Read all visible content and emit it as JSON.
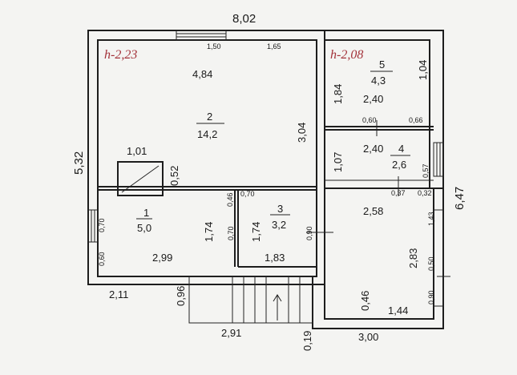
{
  "colors": {
    "background": "#f4f4f2",
    "lines": "#1d1d1d",
    "height_marks": "#a3323a"
  },
  "heights": {
    "main": "h-2,23",
    "rear": "h-2,08"
  },
  "overall": {
    "top": "8,02",
    "left": "5,32",
    "right": "6,47"
  },
  "rooms": {
    "r1": {
      "number": "1",
      "area": "5,0"
    },
    "r2": {
      "number": "2",
      "area": "14,2"
    },
    "r3": {
      "number": "3",
      "area": "3,2"
    },
    "r4": {
      "number": "4",
      "area": "2,6"
    },
    "r5": {
      "number": "5",
      "area": "4,3"
    }
  },
  "dims": {
    "d484": "4,84",
    "d304": "3,04",
    "d101": "1,01",
    "d052": "0,52",
    "d174a": "1,74",
    "d174b": "1,74",
    "d299": "2,99",
    "d183": "1,83",
    "d184": "1,84",
    "d104": "1,04",
    "d240a": "2,40",
    "d240b": "2,40",
    "d107": "1,07",
    "d258": "2,58",
    "d283": "2,83",
    "d211": "2,11",
    "d096": "0,96",
    "d291": "2,91",
    "d019": "0,19",
    "d046": "0,46",
    "d144": "1,44",
    "d300": "3,00"
  },
  "small_dims": {
    "s150": "1,50",
    "s165": "1,65",
    "s060a": "0,60",
    "s066": "0,66",
    "s057": "0,57",
    "s037": "0,37",
    "s032": "0,32",
    "s046": "0,46",
    "s070a": "0,70",
    "s070b": "0,70",
    "s070c": "0,70",
    "s060b": "0,60",
    "s090a": "0,90",
    "s143": "1,43",
    "s050": "0,50",
    "s090b": "0,90"
  }
}
